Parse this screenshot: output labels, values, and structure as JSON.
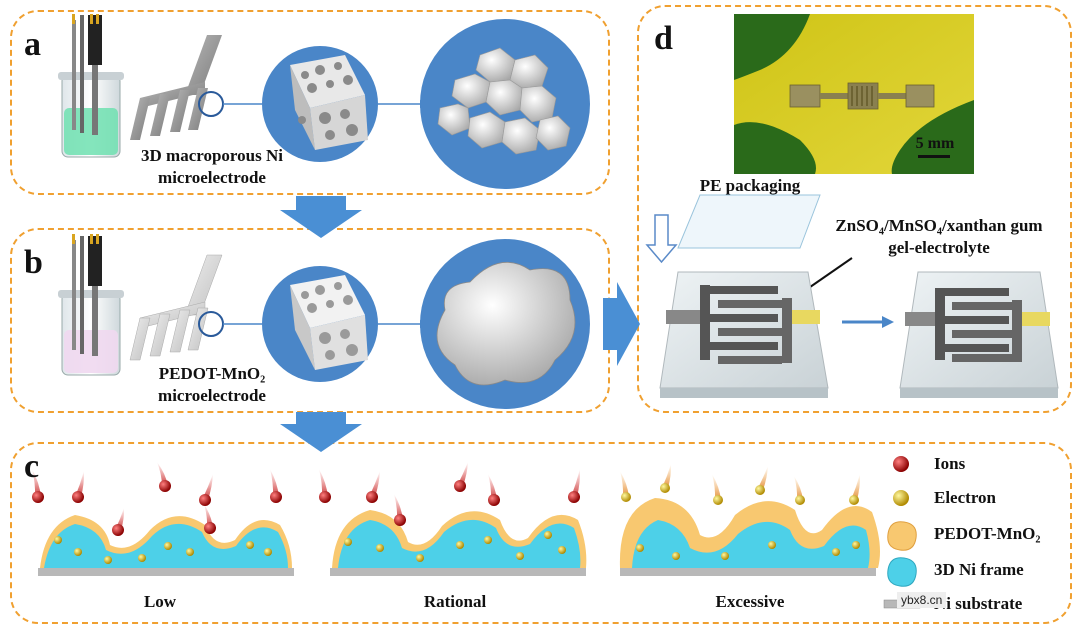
{
  "panels": {
    "a": {
      "label": "a",
      "caption_line1": "3D macroporous Ni",
      "caption_line2": "microelectrode"
    },
    "b": {
      "label": "b",
      "caption_line1": "PEDOT-MnO₂",
      "caption_line2": "microelectrode"
    },
    "c": {
      "label": "c",
      "states": [
        "Low",
        "Rational",
        "Excessive"
      ]
    },
    "d": {
      "label": "d",
      "scale_bar": "5 mm",
      "pe_packaging": "PE packaging",
      "electrolyte_line1": "ZnSO₄/MnSO₄/xanthan gum",
      "electrolyte_line2": "gel-electrolyte"
    }
  },
  "legend": [
    {
      "label": "Ions",
      "icon": "red-sphere-icon"
    },
    {
      "label": "Electron",
      "icon": "yellow-sphere-icon"
    },
    {
      "label": "PEDOT-MnO₂",
      "icon": "orange-blob-icon"
    },
    {
      "label": "3D Ni frame",
      "icon": "cyan-blob-icon"
    },
    {
      "label": "Ni substrate",
      "icon": "gray-bar-icon"
    }
  ],
  "watermark": "ybx8.cn",
  "colors": {
    "panel_border": "#f0a030",
    "arrow_blue": "#4a8fd4",
    "circle_blue": "#4a86c8",
    "ni_frame": "#4dd0e8",
    "pedot": "#f8c870",
    "ion": "#c01818",
    "electron": "#e8c020",
    "photo_bg": "#d6cb18"
  }
}
